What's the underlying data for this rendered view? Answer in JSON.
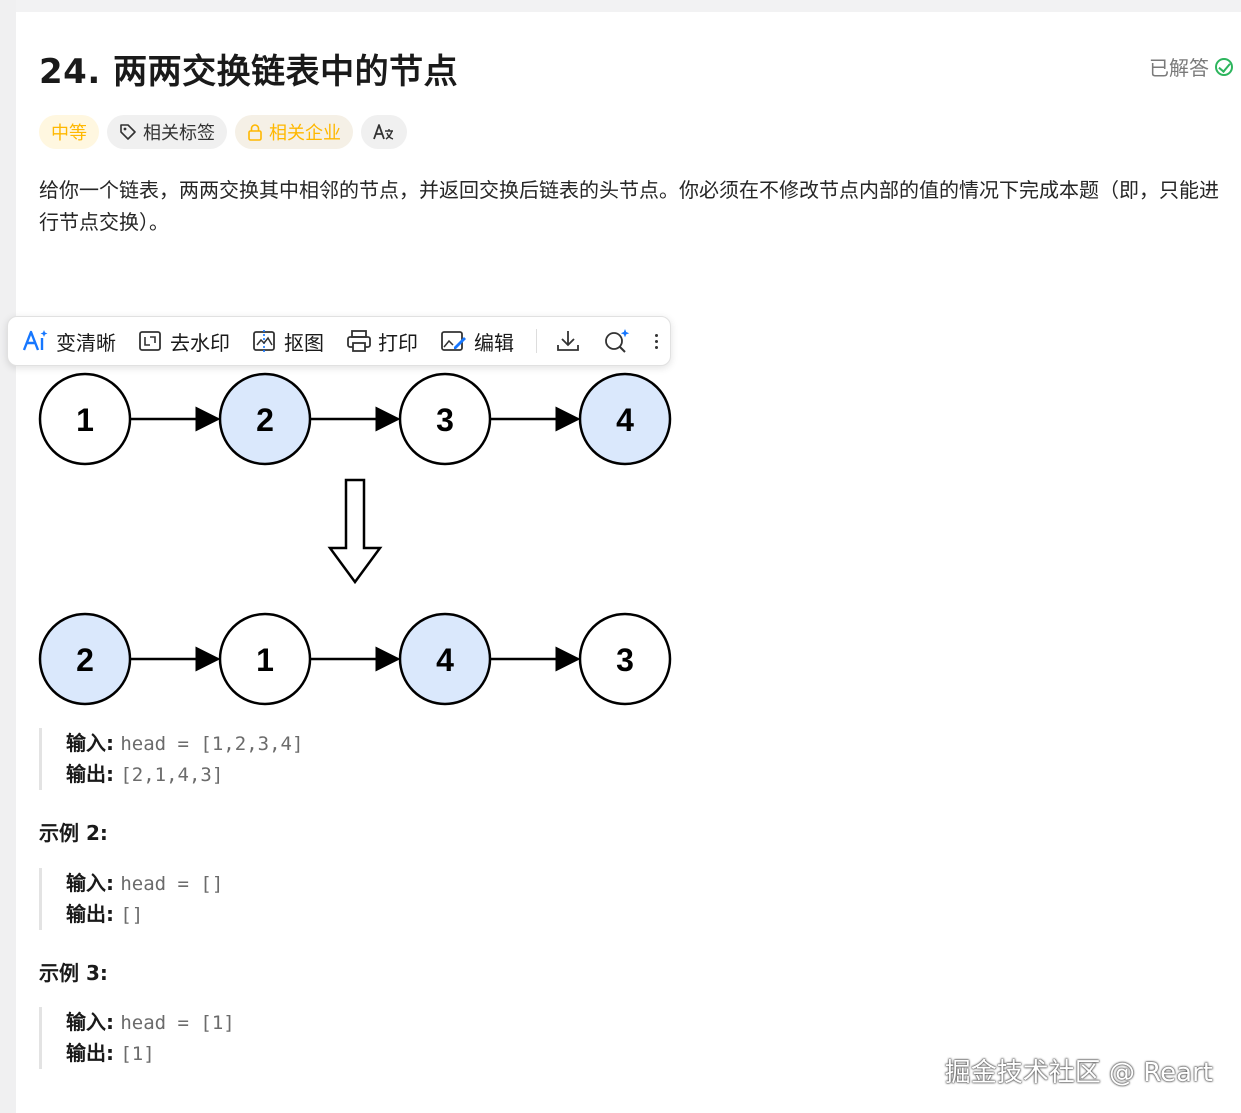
{
  "problem": {
    "title": "24. 两两交换链表中的节点",
    "status": "已解答",
    "tags": {
      "difficulty": "中等",
      "related_tags": "相关标签",
      "related_companies": "相关企业",
      "translate": "A文"
    },
    "description": "给你一个链表，两两交换其中相邻的节点，并返回交换后链表的头节点。你必须在不修改节点内部的值的情况下完成本题（即，只能进行节点交换）。"
  },
  "image_toolbar": {
    "enhance": "变清晰",
    "remove_watermark": "去水印",
    "cutout": "抠图",
    "print": "打印",
    "edit": "编辑"
  },
  "diagram": {
    "before": [
      "1",
      "2",
      "3",
      "4"
    ],
    "after": [
      "2",
      "1",
      "4",
      "3"
    ],
    "highlight_color": "#dae8fc"
  },
  "examples": [
    {
      "title": "",
      "input_label": "输入:",
      "input": "head = [1,2,3,4]",
      "output_label": "输出:",
      "output": "[2,1,4,3]"
    },
    {
      "title": "示例 2:",
      "input_label": "输入:",
      "input": "head = []",
      "output_label": "输出:",
      "output": "[]"
    },
    {
      "title": "示例 3:",
      "input_label": "输入:",
      "input": "head = [1]",
      "output_label": "输出:",
      "output": "[1]"
    }
  ],
  "watermark": "掘金技术社区 @ Reart",
  "colors": {
    "accent_difficulty": "#ffb800",
    "solved_green": "#2db55d",
    "toolbar_blue": "#1677ff"
  }
}
